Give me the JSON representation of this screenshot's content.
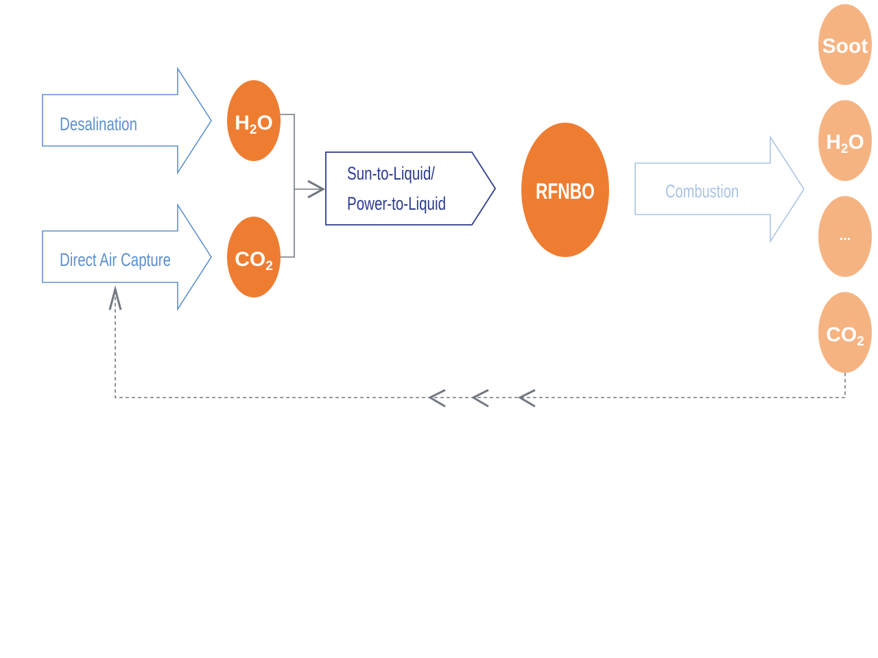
{
  "colors": {
    "input_arrow": "#5b8fcf",
    "process_box": "#2b3a8f",
    "combustion_arrow": "#a9c3e6",
    "node_dark": "#ee7d31",
    "node_light": "#f6b382",
    "connector": "#707780",
    "node_text": "#ffffff"
  },
  "inputs": [
    {
      "label": "Desalination",
      "product_main": "H",
      "product_sub": "2",
      "product_tail": "O"
    },
    {
      "label": "Direct Air Capture",
      "product_main": "CO",
      "product_sub": "2",
      "product_tail": ""
    }
  ],
  "process": {
    "line1": "Sun-to-Liquid/",
    "line2": "Power-to-Liquid"
  },
  "fuel": {
    "label": "RFNBO"
  },
  "combustion": {
    "label": "Combustion"
  },
  "emissions": [
    {
      "main": "Soot",
      "sub": "",
      "tail": ""
    },
    {
      "main": "H",
      "sub": "2",
      "tail": "O"
    },
    {
      "main": "...",
      "sub": "",
      "tail": ""
    },
    {
      "main": "CO",
      "sub": "2",
      "tail": ""
    }
  ]
}
